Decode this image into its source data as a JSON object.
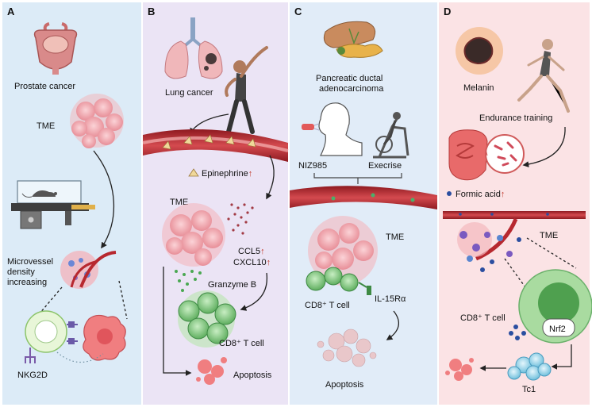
{
  "panels": {
    "a": {
      "letter": "A",
      "cancer": "Prostate cancer",
      "tme": "TME",
      "microvessel": [
        "Microvessel",
        "density",
        "increasing"
      ],
      "receptor": "NKG2D",
      "bg": "#dcebf7"
    },
    "b": {
      "letter": "B",
      "cancer": "Lung cancer",
      "epinephrine": "Epinephrine",
      "tme": "TME",
      "ccl5": "CCL5",
      "cxcl10": "CXCL10",
      "granzyme": "Granzyme B",
      "tcell": "CD8⁺ T cell",
      "apoptosis": "Apoptosis",
      "bg": "#ebe4f5"
    },
    "c": {
      "letter": "C",
      "cancer": [
        "Pancreatic ductal",
        "adenocarcinoma"
      ],
      "drug": "NIZ985",
      "exercise": "Execrise",
      "tme": "TME",
      "tcell": "CD8⁺ T cell",
      "receptor": "IL-15Rα",
      "apoptosis": "Apoptosis",
      "bg": "#e1ecf8"
    },
    "d": {
      "letter": "D",
      "melanin": "Melanin",
      "training": "Endurance training",
      "formic": "Formic acid",
      "tme": "TME",
      "tcell": "CD8⁺ T cell",
      "nrf2": "Nrf2",
      "tc1": "Tc1",
      "bg": "#fbe3e5"
    }
  },
  "arrow_up": "↑",
  "colors": {
    "red_up": "#c0392b",
    "vessel": "#b7282f",
    "tumor": "#f2a6ae",
    "tcell": "#7cc47f",
    "tc1": "#a8d8ec",
    "mouse": "#555555"
  },
  "icons": [
    "prostate-icon",
    "lungs-icon",
    "stretching-person-icon",
    "pancreas-icon",
    "face-profile-icon",
    "exercise-bike-icon",
    "melanin-icon",
    "runner-icon",
    "intestine-icon",
    "treadmill-mouse-icon",
    "dendritic-tumor-cell-icon"
  ]
}
